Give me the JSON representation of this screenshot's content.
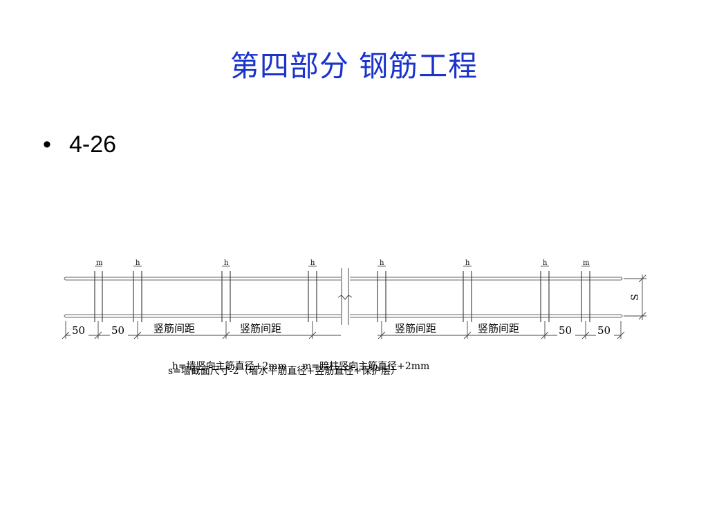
{
  "title": "第四部分  钢筋工程",
  "bullet": {
    "symbol": "•",
    "text": "4-26"
  },
  "diagram": {
    "bar_labels": [
      "m",
      "h",
      "h",
      "h",
      "h",
      "h",
      "h",
      "m"
    ],
    "dim_labels": [
      "50",
      "50",
      "竖筋间距",
      "竖筋间距",
      "竖筋间距",
      "竖筋间距",
      "50",
      "50"
    ],
    "side_label": "S",
    "formula_1a": "h=墙竖向主筋直径+2mm",
    "formula_1b": "m=暗柱竖向主筋直径+2mm",
    "formula_2": "s=墙截面尺寸-2（墙水平筋直径+竖筋直径+保护层）"
  }
}
